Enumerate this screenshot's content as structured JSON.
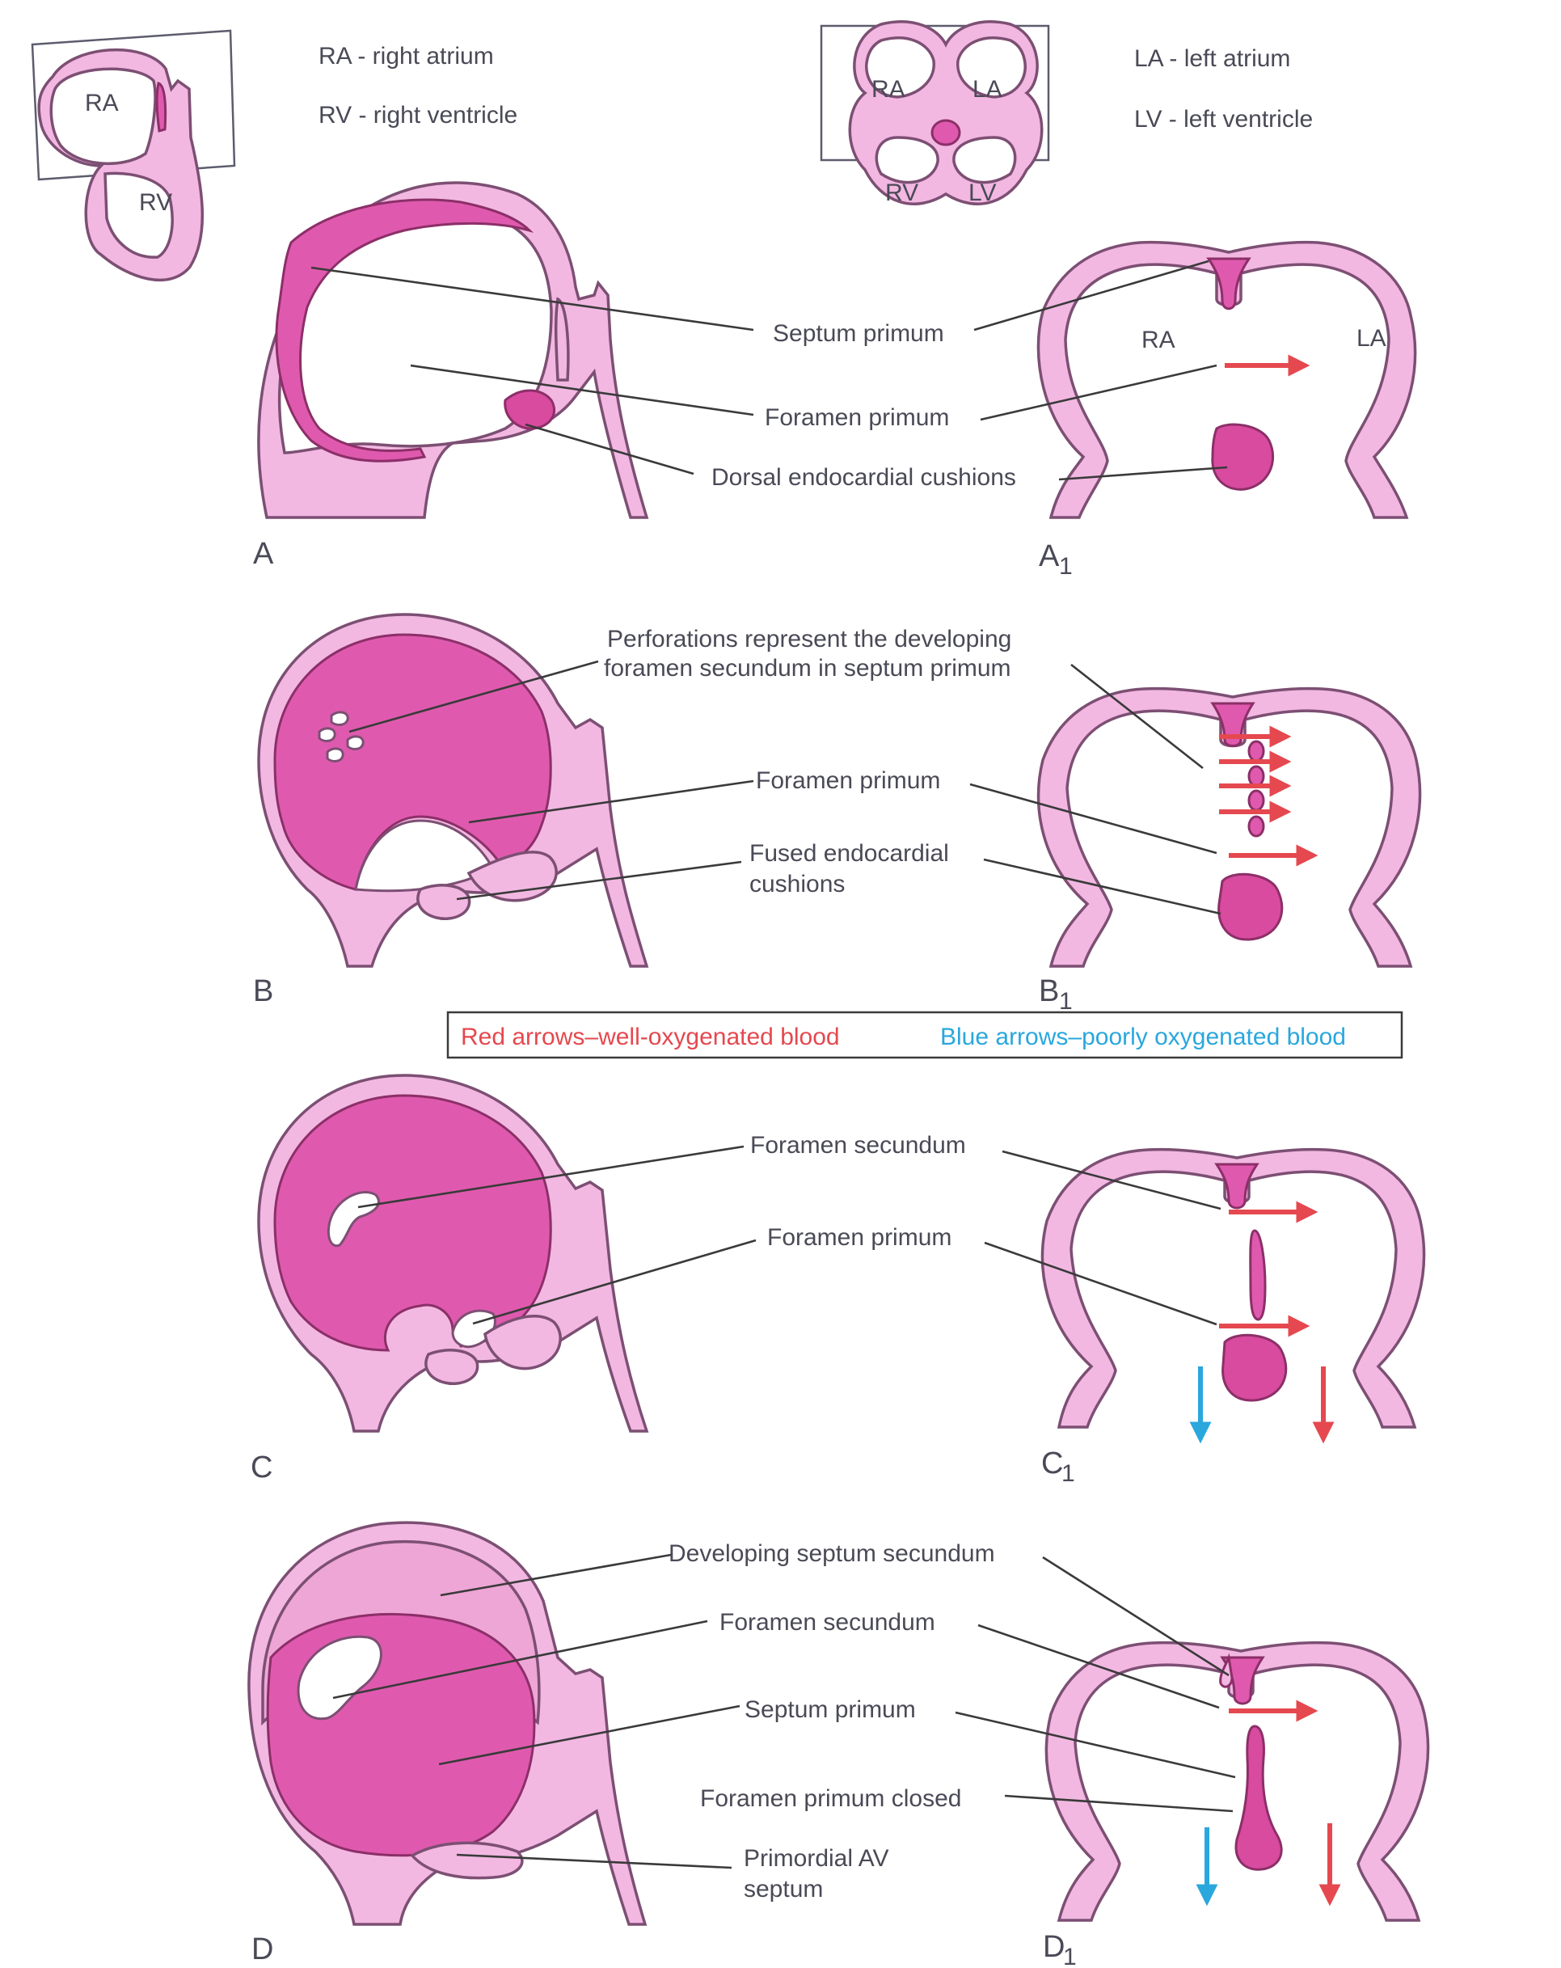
{
  "legend": {
    "ra": "RA - right atrium",
    "rv": "RV - right ventricle",
    "la": "LA - left atrium",
    "lv": "LV - left ventricle"
  },
  "inset_labels": {
    "ra": "RA",
    "rv": "RV",
    "la": "LA",
    "lv": "LV"
  },
  "a1_labels": {
    "ra": "RA",
    "la": "LA"
  },
  "panel_labels": {
    "a": "A",
    "a1": "A",
    "b": "B",
    "b1": "B",
    "c": "C",
    "c1": "C",
    "d": "D",
    "d1": "D",
    "sub": "1"
  },
  "labels": {
    "septum_primum_a": "Septum primum",
    "foramen_primum_a": "Foramen primum",
    "dorsal_cushions": "Dorsal endocardial cushions",
    "perforations_line1": "Perforations represent the developing",
    "perforations_line2": "foramen secundum in septum primum",
    "foramen_primum_b": "Foramen primum",
    "fused_line1": "Fused endocardial",
    "fused_line2": "cushions",
    "foramen_secundum_c": "Foramen secundum",
    "foramen_primum_c": "Foramen primum",
    "dev_septum_secundum": "Developing septum secundum",
    "foramen_secundum_d": "Foramen secundum",
    "septum_primum_d": "Septum primum",
    "foramen_primum_closed": "Foramen primum closed",
    "primordial_line1": "Primordial AV",
    "primordial_line2": "septum"
  },
  "key": {
    "red": "Red arrows–well-oxygenated blood",
    "blue": "Blue arrows–poorly oxygenated blood",
    "red_color": "#e5484f",
    "blue_color": "#2aa7dd"
  },
  "colors": {
    "wall": "#f2b8e2",
    "septum": "#df5aae",
    "cushion": "#d84b9f",
    "outline": "#7c4f73"
  }
}
